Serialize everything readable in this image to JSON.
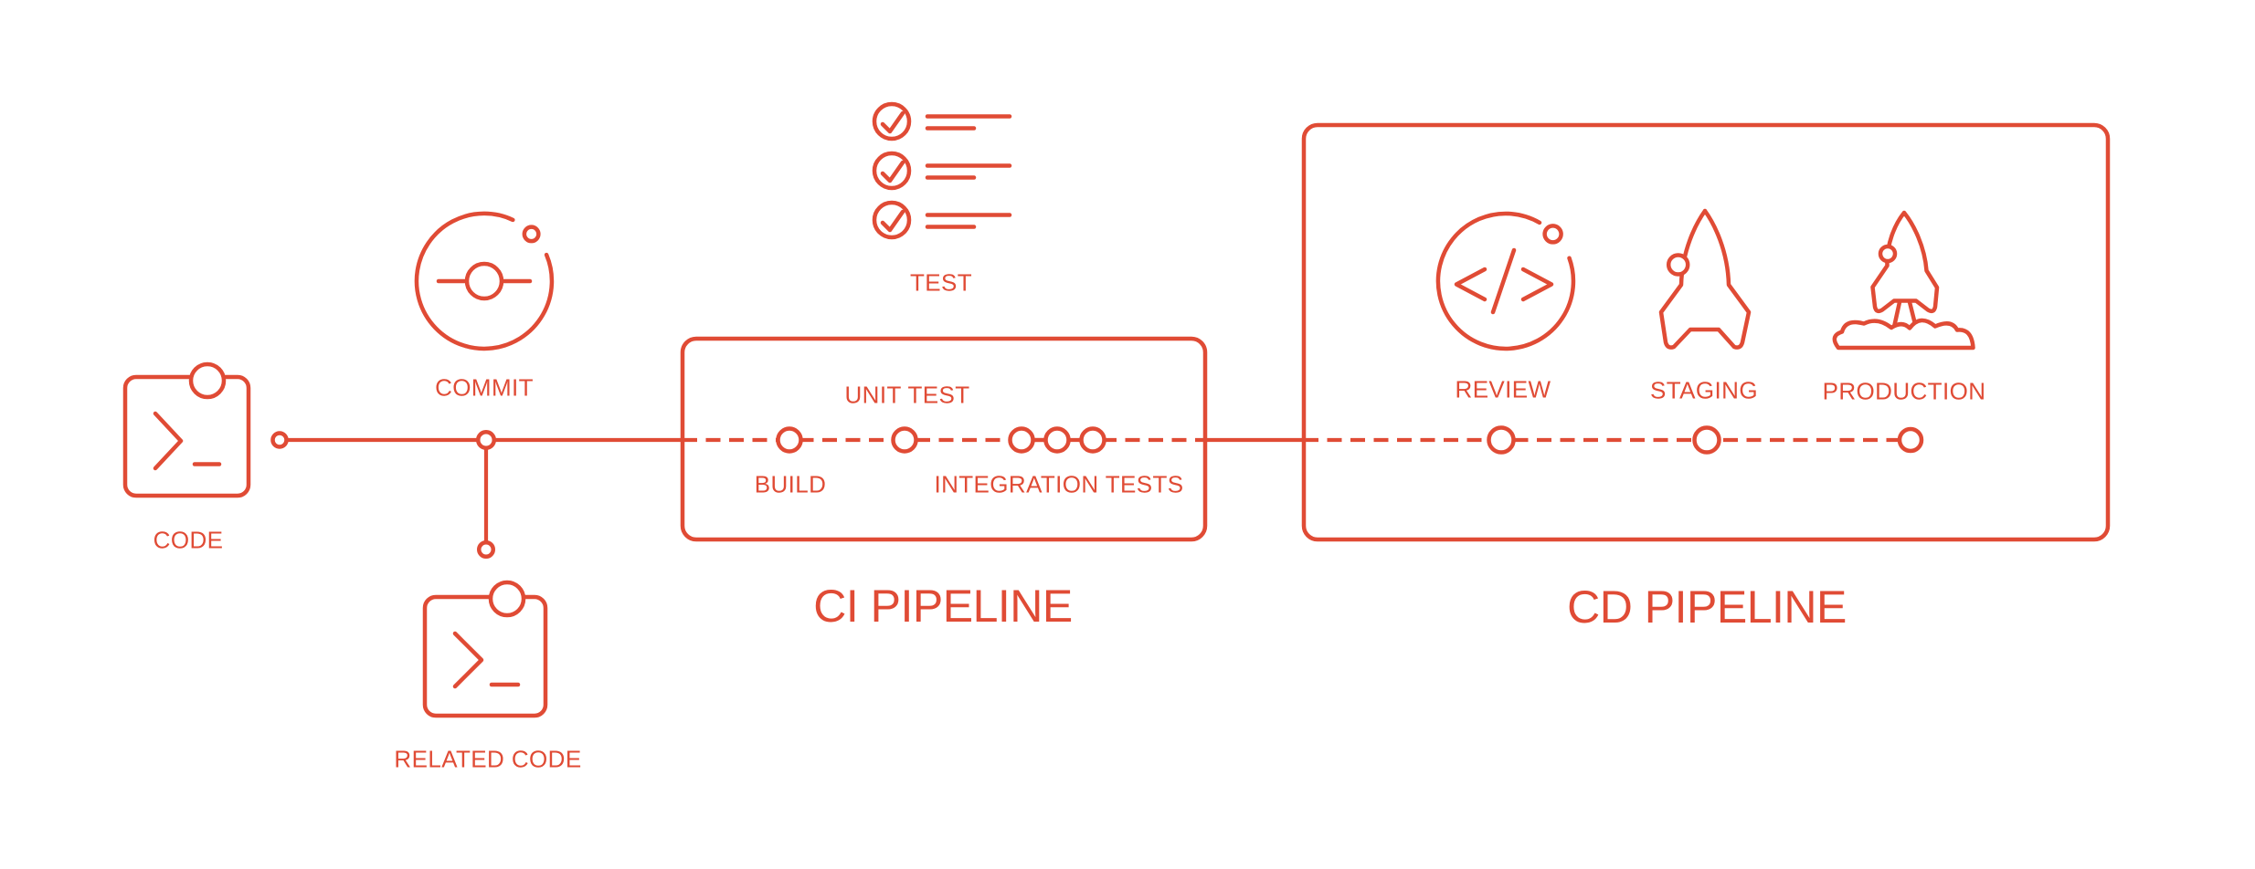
{
  "palette": {
    "accent_red": "#E04B35",
    "background": "#FFFFFF"
  },
  "icons": {
    "code": "terminal-window-icon",
    "commit": "commit-orbit-icon",
    "related_code": "terminal-window-icon",
    "test": "checklist-icon",
    "review": "code-brackets-circle-icon",
    "staging": "rocket-icon",
    "production": "rocket-launch-cloud-icon"
  },
  "stages": {
    "code": {
      "label": "CODE"
    },
    "commit": {
      "label": "COMMIT"
    },
    "related_code": {
      "label": "RELATED CODE"
    },
    "test": {
      "label": "TEST"
    },
    "ci_pipeline": {
      "title": "CI PIPELINE",
      "steps": [
        {
          "label": "BUILD"
        },
        {
          "label": "UNIT TEST"
        },
        {
          "label": "INTEGRATION TESTS"
        }
      ]
    },
    "cd_pipeline": {
      "title": "CD PIPELINE",
      "steps": [
        {
          "label": "REVIEW"
        },
        {
          "label": "STAGING"
        },
        {
          "label": "PRODUCTION"
        }
      ]
    }
  }
}
